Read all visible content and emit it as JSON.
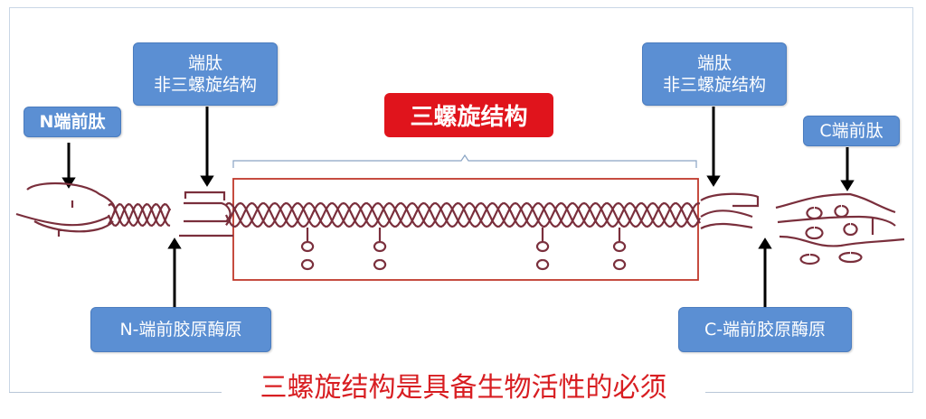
{
  "labels": {
    "left_telopeptide": {
      "line1": "端肽",
      "line2": "非三螺旋结构"
    },
    "right_telopeptide": {
      "line1": "端肽",
      "line2": "非三螺旋结构"
    },
    "n_propeptide": "N端前肽",
    "c_propeptide": "C端前肽",
    "triple_helix": "三螺旋结构",
    "n_procollagen_peptidase": "N-端前胶原酶原",
    "c_procollagen_peptidase": "C-端前胶原酶原"
  },
  "caption": "三螺旋结构是具备生物活性的必须",
  "colors": {
    "label_bg": "#5b8fd3",
    "highlight": "#e0141c",
    "strand": "#7a2f3c",
    "helix_box": "#c0392b"
  }
}
